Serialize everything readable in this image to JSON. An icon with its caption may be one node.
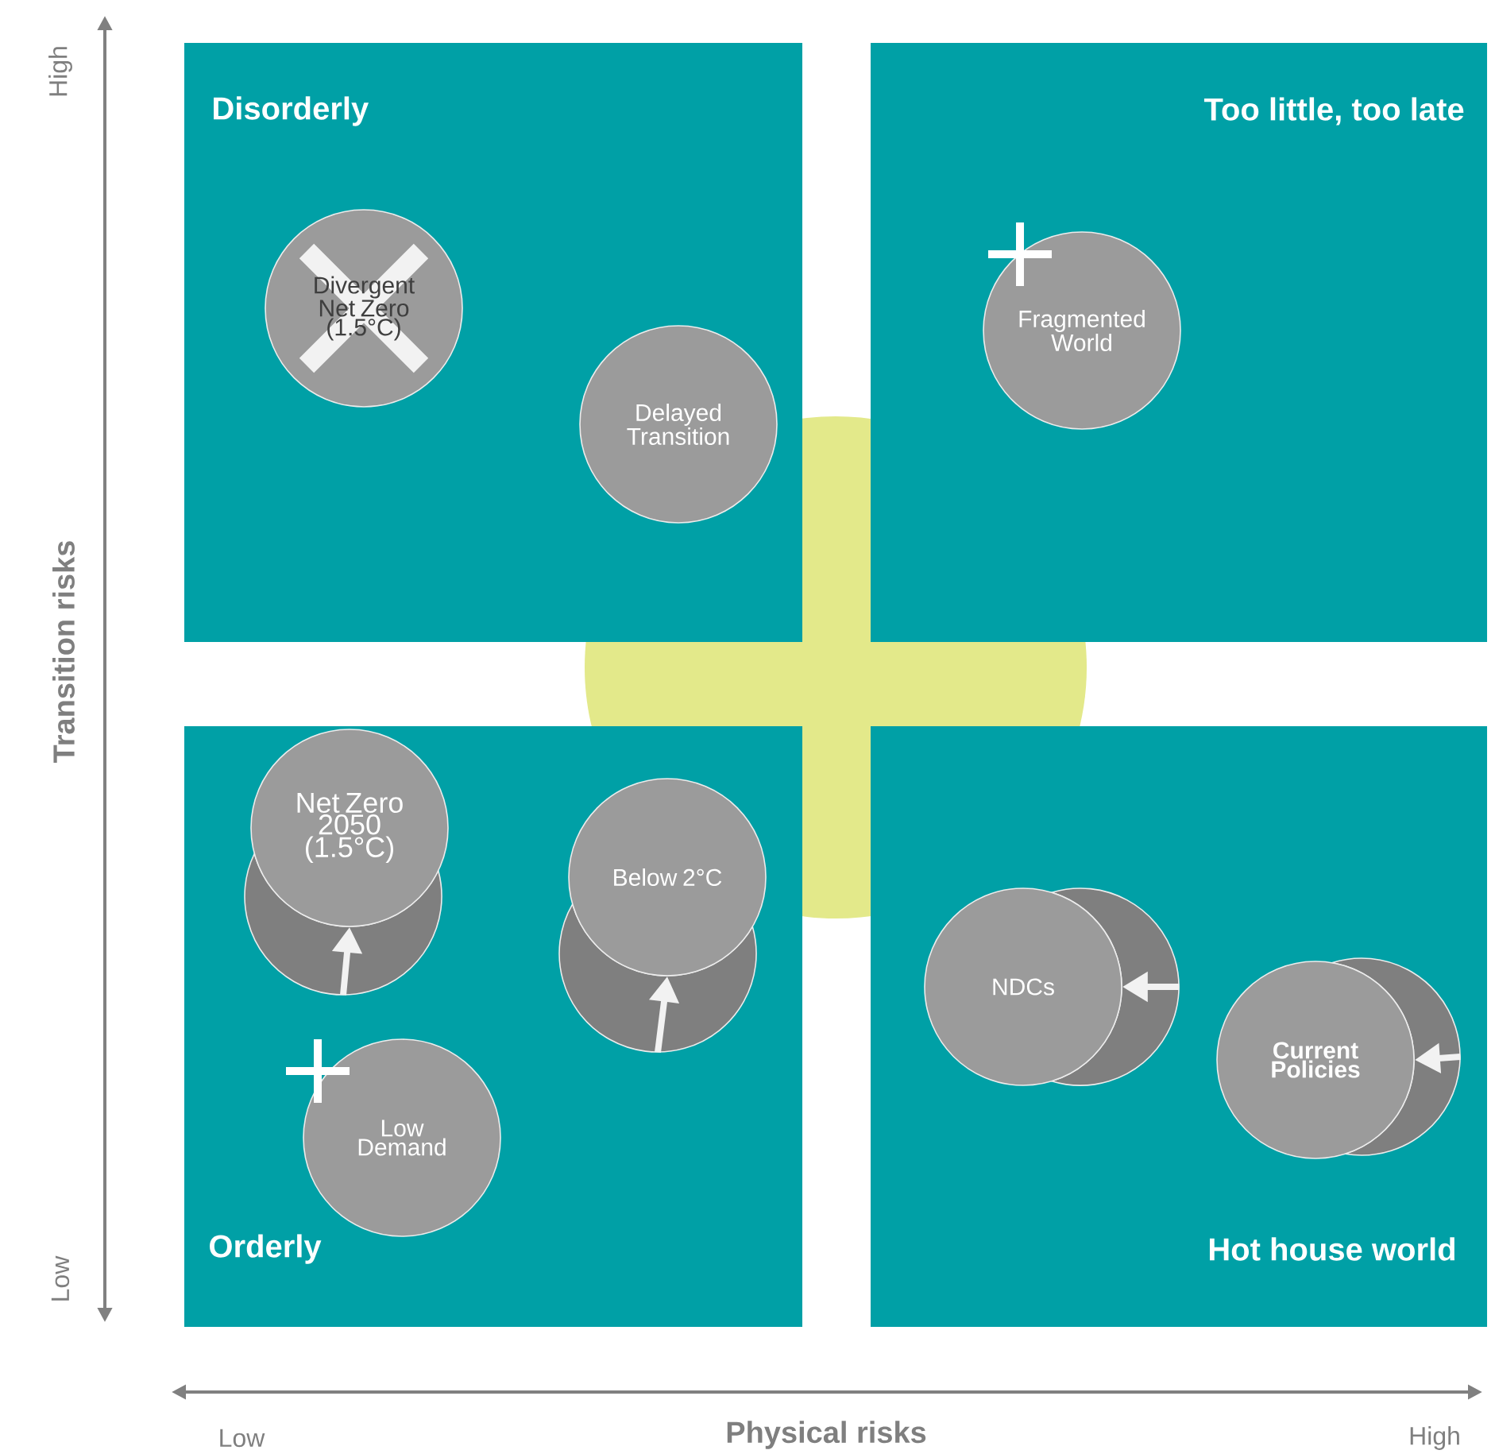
{
  "diagram": {
    "nodes": [
      {
        "text": [
          "Disorderly"
        ]
      },
      {
        "text": [
          "Divergent Net Zero (1.5°C)"
        ],
        "in": 0
      },
      {
        "text": [
          "Delayed Transition"
        ],
        "in": 0
      },
      {
        "text": [
          "Too little, too late"
        ]
      },
      {
        "text": [
          "Fragmented World"
        ],
        "in": 3
      },
      {
        "text": [
          "Orderly"
        ]
      },
      {
        "text": [],
        "shape": "circle",
        "in": 5
      },
      {
        "text": [
          "Net Zero 2050 (1.5°C)"
        ],
        "in": 5
      },
      {
        "text": [],
        "shape": "circle",
        "in": 5
      },
      {
        "text": [
          "Below 2°C"
        ],
        "in": 5
      },
      {
        "text": [
          "Low Demand"
        ],
        "in": 5
      },
      {
        "text": [
          "Hot house world"
        ]
      },
      {
        "text": [],
        "shape": "circle",
        "in": 11
      },
      {
        "text": [
          "NDCs"
        ],
        "in": 11
      },
      {
        "text": [],
        "shape": "circle",
        "in": 11
      },
      {
        "text": [
          "Current Policies"
        ],
        "in": 11
      }
    ],
    "edges": [
      {
        "from": 6,
        "to": 7,
        "arrow": "to"
      },
      {
        "from": 8,
        "to": 9,
        "arrow": "to"
      },
      {
        "from": 12,
        "to": 13,
        "arrow": "to"
      },
      {
        "from": 14,
        "to": 15,
        "arrow": "to"
      }
    ],
    "labels": [
      "High",
      "Transition risks",
      "Low",
      "Low",
      "Physical risks",
      "High"
    ]
  }
}
